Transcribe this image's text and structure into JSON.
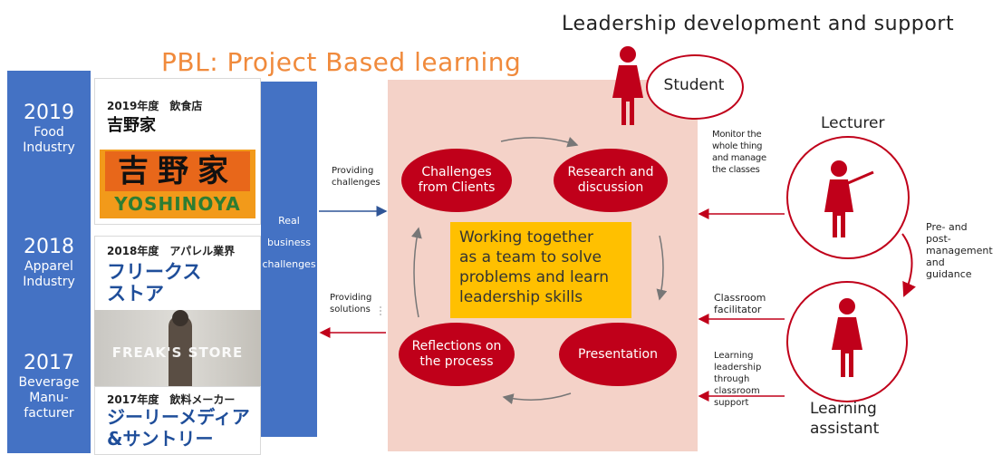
{
  "titles": {
    "pbl": "PBL: Project Based learning",
    "leadership": "Leadership development and support"
  },
  "years": [
    {
      "year": "2019",
      "label_lines": [
        "Food",
        "Industry"
      ]
    },
    {
      "year": "2018",
      "label_lines": [
        "Apparel",
        "Industry"
      ]
    },
    {
      "year": "2017",
      "label_lines": [
        "Beverage",
        "Manu-",
        "facturer"
      ]
    }
  ],
  "clients": [
    {
      "small": "2019年度　飲食店",
      "big_lines": [
        "吉野家"
      ],
      "logo_kanji": "吉野家",
      "logo_latin": "YOSHINOYA"
    },
    {
      "small": "2018年度　アパレル業界",
      "big_lines": [
        "フリークス",
        "ストア"
      ],
      "photo_brand": "FREAK'S STORE"
    },
    {
      "small": "2017年度　飲料メーカー",
      "big_lines": [
        "ジーリーメディア",
        "&サントリー"
      ]
    }
  ],
  "real_bar": {
    "lines": [
      "Real",
      "business",
      "challenges"
    ]
  },
  "arrows": {
    "providing_challenges": [
      "Providing",
      "challenges"
    ],
    "providing_solutions": [
      "Providing",
      "solutions"
    ]
  },
  "cycle": {
    "challenges": [
      "Challenges",
      "from Clients"
    ],
    "research": [
      "Research and",
      "discussion"
    ],
    "presentation": [
      "Presentation"
    ],
    "reflections": [
      "Reflections on",
      "the process"
    ]
  },
  "center_text": [
    "Working together",
    "as a team to solve",
    "problems and learn",
    "leadership skills"
  ],
  "student": {
    "label": "Student"
  },
  "lecturer": {
    "label": "Lecturer",
    "note_lines": [
      "Monitor the",
      "whole thing",
      "and manage",
      "the classes"
    ]
  },
  "pre_post_lines": [
    "Pre- and",
    "post-",
    "management",
    "and",
    "guidance"
  ],
  "assistant": {
    "label_lines": [
      "Learning",
      "assistant"
    ],
    "facilitator_lines": [
      "Classroom",
      "facilitator"
    ],
    "learning_lines": [
      "Learning",
      "leadership",
      "through",
      "classroom",
      "support"
    ]
  },
  "colors": {
    "accent_red": "#c0001a",
    "blue": "#4472c4",
    "orange_title": "#f08a3c",
    "panel_pink": "#f4d2c8",
    "center_yellow": "#ffc000"
  }
}
